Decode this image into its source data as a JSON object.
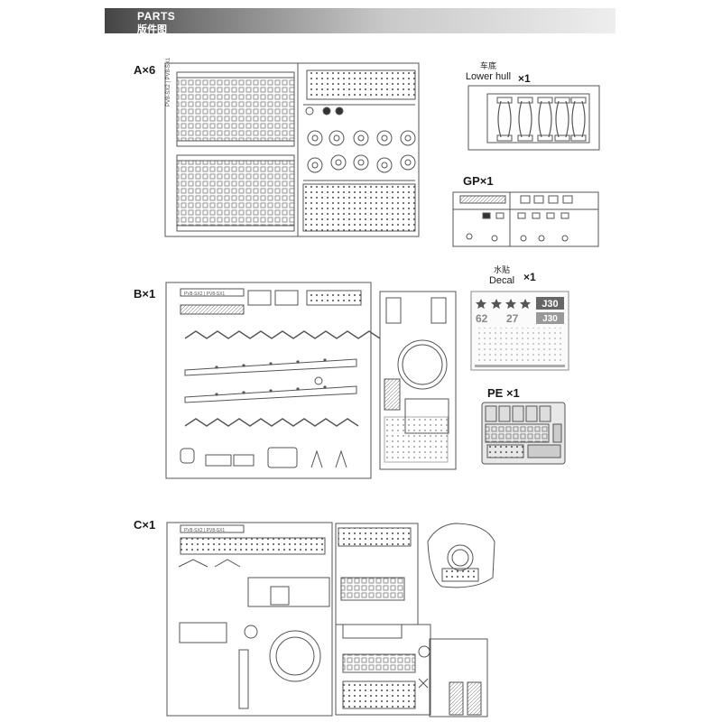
{
  "header": {
    "title": "PARTS",
    "subtitle": "版件图"
  },
  "sprues": {
    "a": {
      "label": "A×6",
      "code": "PV8-SX2 | PV8-SX1"
    },
    "b": {
      "label": "B×1",
      "code": "PV8-SX2 | PV8-SX1"
    },
    "c": {
      "label": "C×1",
      "code": "PV8-SX2 | PV8-SX1"
    },
    "lower_hull": {
      "label_zh": "车底",
      "label_en": "Lower hull",
      "count": "×1"
    },
    "gp": {
      "label": "GP×1"
    },
    "decal": {
      "label_zh": "水贴",
      "label_en": "Decal",
      "count": "×1",
      "markings_row1": "J30",
      "markings_row2a": "62",
      "markings_row2b": "27",
      "markings_row2c": "J30"
    },
    "pe": {
      "label": "PE ×1"
    }
  },
  "colors": {
    "line": "#555555",
    "header_dark": "#444444",
    "header_light": "#eeeeee"
  }
}
